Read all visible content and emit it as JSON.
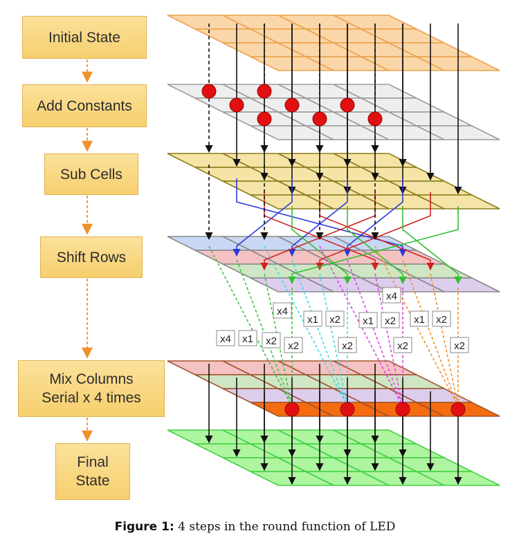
{
  "steps": [
    {
      "label": "Initial State"
    },
    {
      "label": "Add Constants"
    },
    {
      "label": "Sub Cells"
    },
    {
      "label": "Shift Rows"
    },
    {
      "label": "Mix Columns\nSerial x 4 times"
    },
    {
      "label": "Final\nState"
    }
  ],
  "multipliers": [
    {
      "text": "x4",
      "col": "green"
    },
    {
      "text": "x1",
      "col": "green"
    },
    {
      "text": "x2",
      "col": "green"
    },
    {
      "text": "x2",
      "col": "green"
    },
    {
      "text": "x4",
      "col": "cyan"
    },
    {
      "text": "x1",
      "col": "cyan"
    },
    {
      "text": "x2",
      "col": "cyan"
    },
    {
      "text": "x2",
      "col": "cyan"
    },
    {
      "text": "x4",
      "col": "magenta"
    },
    {
      "text": "x1",
      "col": "magenta"
    },
    {
      "text": "x2",
      "col": "magenta"
    },
    {
      "text": "x2",
      "col": "magenta"
    },
    {
      "text": "x1",
      "col": "orange"
    },
    {
      "text": "x2",
      "col": "orange"
    },
    {
      "text": "x2",
      "col": "orange"
    }
  ],
  "caption": {
    "label": "Figure 1:",
    "text": " 4 steps in the round function of LED"
  },
  "colors": {
    "step_fill": "#f9d57f",
    "connector": "#f0a040",
    "initial": "#fbd6a8",
    "add_constants": "#eeeeee",
    "sub_cells": "#f5e4a6",
    "shift_blue": "#c8d8f4",
    "shift_red": "#f4c2c2",
    "shift_green": "#cfe6c4",
    "shift_purple": "#dccdec",
    "mix_active": "#f46b10",
    "final": "#aef5a0",
    "dot": "#e01010"
  }
}
